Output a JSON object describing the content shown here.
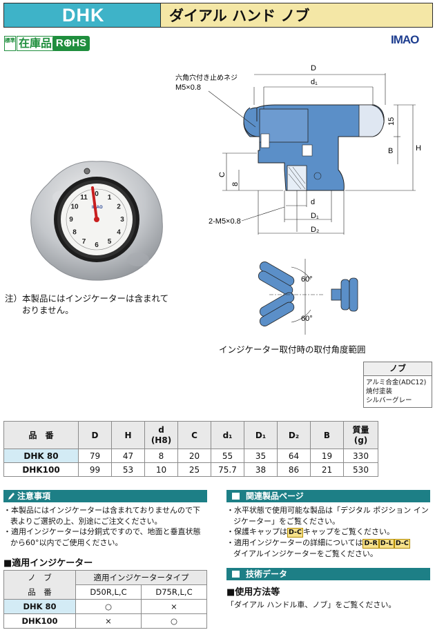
{
  "header": {
    "code": "DHK",
    "name": "ダイアル ハンド ノブ"
  },
  "badges": {
    "standard": "標準",
    "in_stock": "在庫品",
    "rohs": "R⊕HS"
  },
  "brand": "IMAO",
  "note_top": [
    "注）本製品にはインジケーターは含まれて",
    "　　おりません。"
  ],
  "gauge": {
    "brand": "IMAO",
    "numbers": [
      "0",
      "1",
      "2",
      "3",
      "4",
      "5",
      "6",
      "7",
      "8",
      "9",
      "10",
      "11"
    ]
  },
  "drawing": {
    "label_screw": "六角穴付き止めネジ",
    "label_screw_size": "M5×0.8",
    "label_tap": "2-M5×0.8",
    "dim_D": "D",
    "dim_d1": "d₁",
    "dim_15": "15",
    "dim_B": "B",
    "dim_H": "H",
    "dim_C": "C",
    "dim_8": "8",
    "dim_d": "d",
    "dim_D1": "D₁",
    "dim_D2": "D₂",
    "angle_top": "60°",
    "angle_bottom": "60°"
  },
  "angle_caption": "インジケーター取付時の取付角度範囲",
  "material": {
    "header": "ノブ",
    "lines": [
      "アルミ合金(ADC12)",
      "焼付塗装",
      "シルバーグレー"
    ]
  },
  "spec_table": {
    "headers": [
      "品　番",
      "D",
      "H",
      "d\n(H8)",
      "C",
      "d₁",
      "D₁",
      "D₂",
      "B",
      "質量\n(g)"
    ],
    "rows": [
      [
        "DHK  80",
        "79",
        "47",
        "8",
        "20",
        "55",
        "35",
        "64",
        "19",
        "330"
      ],
      [
        "DHK100",
        "99",
        "53",
        "10",
        "25",
        "75.7",
        "38",
        "86",
        "21",
        "530"
      ]
    ]
  },
  "caution": {
    "title": "注意事項",
    "lines": [
      "・本製品にはインジケーターは含まれておりませんので下表よりご選択の上、別途にご注文ください。",
      "・適用インジケーターは分銅式ですので、地面と垂直状態から60°以内でご使用ください。"
    ]
  },
  "indicator": {
    "title": "■適用インジケーター",
    "col_knob": "ノ　ブ",
    "col_part": "品　番",
    "col_type": "適用インジケータータイプ",
    "types": [
      "D50R,L,C",
      "D75R,L,C"
    ],
    "rows": [
      {
        "part": "DHK  80",
        "d50": "○",
        "d75": "×"
      },
      {
        "part": "DHK100",
        "d50": "×",
        "d75": "○"
      }
    ]
  },
  "related": {
    "title": "関連製品ページ",
    "line1": "・水平状態で使用可能な製品は「デジタル ポジション インジケーター」をご覧ください。",
    "line2_pre": "・保護キャップは",
    "line2_tag": "D-C",
    "line2_post": "キャップをご覧ください。",
    "line3_pre": "・適用インジケーターの詳細については",
    "line3_tags": [
      "D-R",
      "D-L",
      "D-C"
    ],
    "line3_post": "ダイアルインジケーターをご覧ください。"
  },
  "tech": {
    "title": "技術データ",
    "subtitle": "■使用方法等",
    "text": "「ダイアル ハンドル車、ノブ」をご覧ください。"
  },
  "colors": {
    "header_accent": "#3eb3c8",
    "header_bg": "#f4e7a6",
    "section": "#1d7f86",
    "part_cell": "#d3ebf5",
    "green": "#1f8e3d",
    "knob_blue": "#5b8fc8"
  }
}
